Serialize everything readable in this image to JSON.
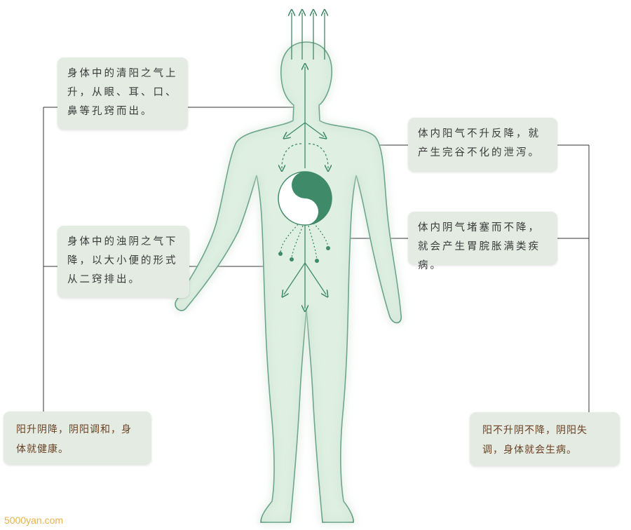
{
  "annotations": {
    "clear_yang_rises": "身体中的清阳之气上升，从眼、耳、口、鼻等孔窍而出。",
    "yang_descends": "体内阳气不升反降，就产生完谷不化的泄泻。",
    "yin_blocked": "体内阴气堵塞而不降，就会产生胃脘胀满类疾病。",
    "turbid_yin_descends": "身体中的浊阴之气下降，以大小便的形式从二窍排出。"
  },
  "summaries": {
    "healthy": "阳升阴降，阴阳调和，身体就健康。",
    "sick": "阳不升阴不降，阴阳失调，身体就会生病。"
  },
  "watermark": "5000yan.com",
  "colors": {
    "body_fill": "#dff0e2",
    "body_outline": "#3f8a68",
    "box_bg": "#e3ebe3",
    "summary_text": "#6b3f22"
  }
}
